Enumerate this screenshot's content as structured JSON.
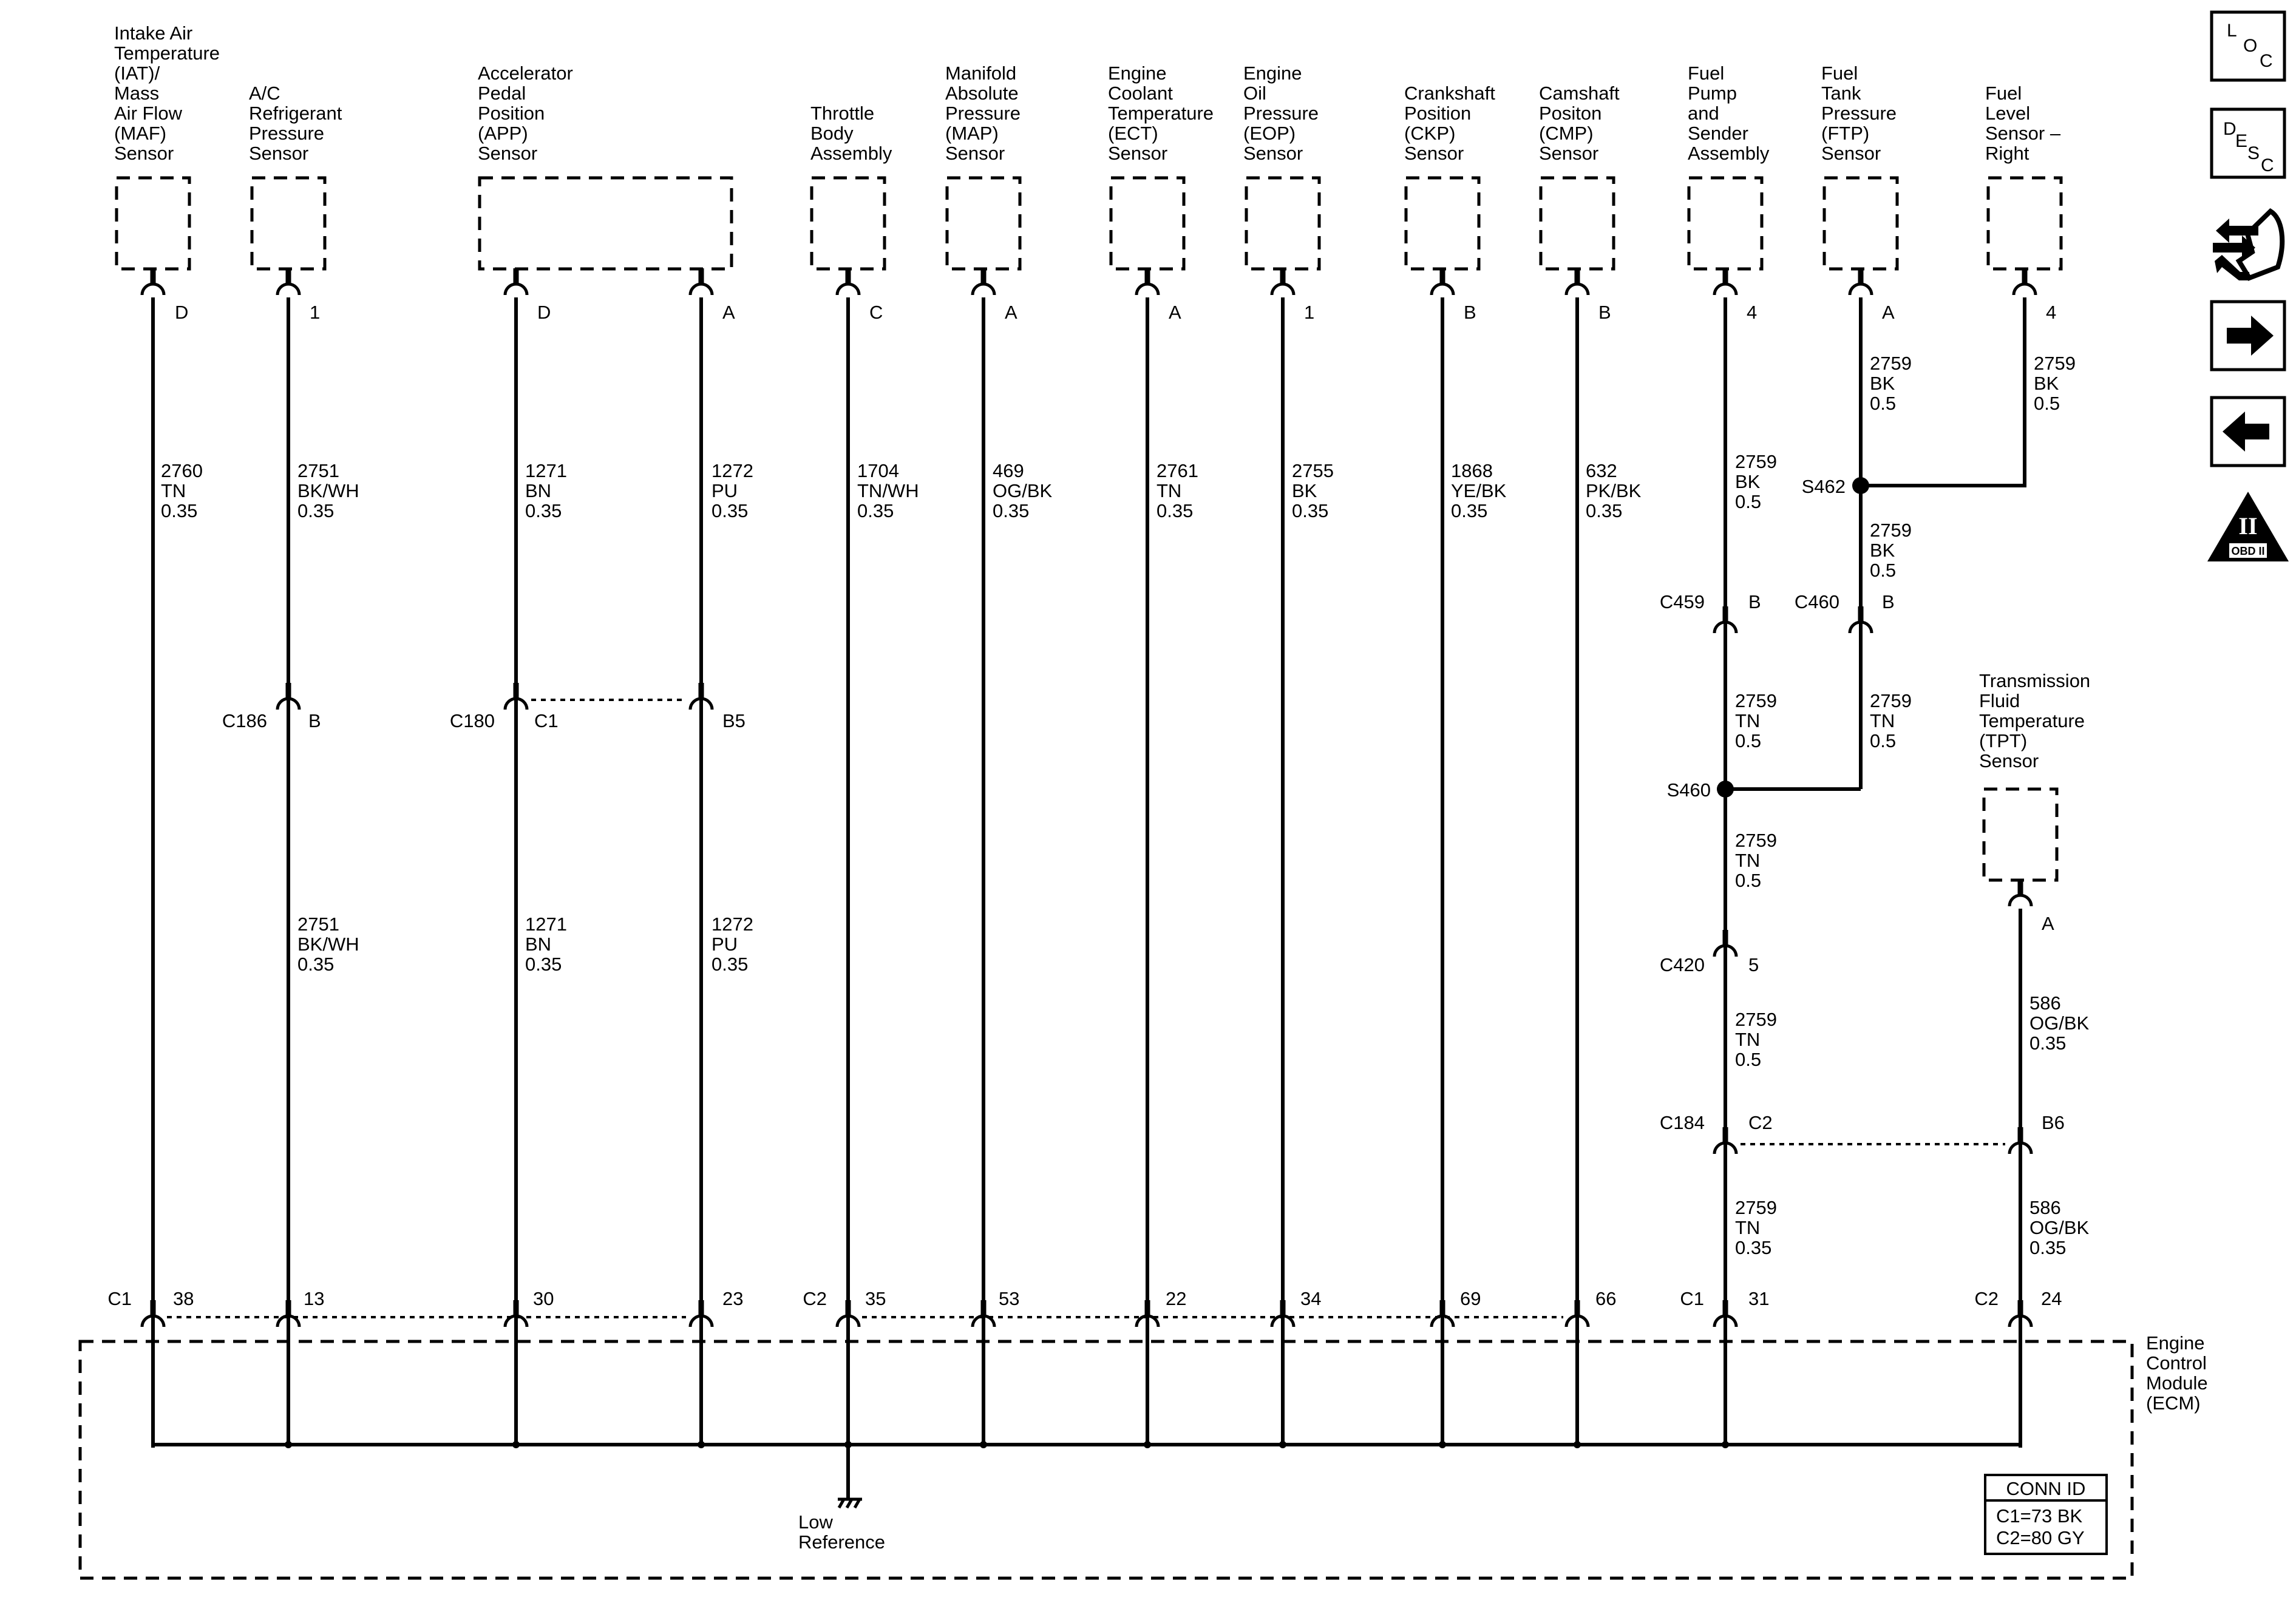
{
  "components": {
    "iat_maf": [
      "Intake Air",
      "Temperature",
      "(IAT)/",
      "Mass",
      "Air Flow",
      "(MAF)",
      "Sensor"
    ],
    "ac_pressure": [
      "A/C",
      "Refrigerant",
      "Pressure",
      "Sensor"
    ],
    "app": [
      "Accelerator",
      "Pedal",
      "Position",
      "(APP)",
      "Sensor"
    ],
    "throttle": [
      "Throttle",
      "Body",
      "Assembly"
    ],
    "map": [
      "Manifold",
      "Absolute",
      "Pressure",
      "(MAP)",
      "Sensor"
    ],
    "ect": [
      "Engine",
      "Coolant",
      "Temperature",
      "(ECT)",
      "Sensor"
    ],
    "eop": [
      "Engine",
      "Oil",
      "Pressure",
      "(EOP)",
      "Sensor"
    ],
    "ckp": [
      "Crankshaft",
      "Position",
      "(CKP)",
      "Sensor"
    ],
    "cmp": [
      "Camshaft",
      "Positon",
      "(CMP)",
      "Sensor"
    ],
    "fuel_pump": [
      "Fuel",
      "Pump",
      "and",
      "Sender",
      "Assembly"
    ],
    "ftp": [
      "Fuel",
      "Tank",
      "Pressure",
      "(FTP)",
      "Sensor"
    ],
    "fuel_level": [
      "Fuel",
      "Level",
      "Sensor –",
      "Right"
    ],
    "tft": [
      "Transmission",
      "Fluid",
      "Temperature",
      "(TPT)",
      "Sensor"
    ],
    "ecm": [
      "Engine",
      "Control",
      "Module",
      "(ECM)"
    ]
  },
  "pins": {
    "iat": "D",
    "ac": "1",
    "app_d": "D",
    "app_a": "A",
    "throttle": "C",
    "map": "A",
    "ect": "A",
    "eop": "1",
    "ckp": "B",
    "cmp": "B",
    "fuel_pump": "4",
    "ftp": "A",
    "fuel_level": "4",
    "tft": "A"
  },
  "wires": {
    "iat": [
      "2760",
      "TN",
      "0.35"
    ],
    "ac_upper": [
      "2751",
      "BK/WH",
      "0.35"
    ],
    "ac_lower": [
      "2751",
      "BK/WH",
      "0.35"
    ],
    "app_d_upper": [
      "1271",
      "BN",
      "0.35"
    ],
    "app_d_lower": [
      "1271",
      "BN",
      "0.35"
    ],
    "app_a_upper": [
      "1272",
      "PU",
      "0.35"
    ],
    "app_a_lower": [
      "1272",
      "PU",
      "0.35"
    ],
    "throttle": [
      "1704",
      "TN/WH",
      "0.35"
    ],
    "map": [
      "469",
      "OG/BK",
      "0.35"
    ],
    "ect": [
      "2761",
      "TN",
      "0.35"
    ],
    "eop": [
      "2755",
      "BK",
      "0.35"
    ],
    "ckp": [
      "1868",
      "YE/BK",
      "0.35"
    ],
    "cmp": [
      "632",
      "PK/BK",
      "0.35"
    ],
    "fp_1": [
      "2759",
      "BK",
      "0.5"
    ],
    "ftp_1": [
      "2759",
      "BK",
      "0.5"
    ],
    "fl_1": [
      "2759",
      "BK",
      "0.5"
    ],
    "ftp_2": [
      "2759",
      "BK",
      "0.5"
    ],
    "fp_2": [
      "2759",
      "TN",
      "0.5"
    ],
    "ftp_3": [
      "2759",
      "TN",
      "0.5"
    ],
    "fp_3": [
      "2759",
      "TN",
      "0.5"
    ],
    "fp_4": [
      "2759",
      "TN",
      "0.5"
    ],
    "fp_5": [
      "2759",
      "TN",
      "0.35"
    ],
    "tft_1": [
      "586",
      "OG/BK",
      "0.35"
    ],
    "tft_2": [
      "586",
      "OG/BK",
      "0.35"
    ]
  },
  "connectors": {
    "c186": {
      "id": "C186",
      "pin": "B"
    },
    "c180": {
      "id": "C180",
      "pin_1": "C1",
      "pin_2": "B5"
    },
    "c459": {
      "id": "C459",
      "pin": "B"
    },
    "c460": {
      "id": "C460",
      "pin": "B"
    },
    "c420": {
      "id": "C420",
      "pin": "5"
    },
    "c184": {
      "id": "C184",
      "pin_1": "C2",
      "pin_2": "B6"
    }
  },
  "splices": {
    "s462": "S462",
    "s460": "S460"
  },
  "ecm_pins": {
    "c1_label": "C1",
    "c2_label": "C2",
    "c1b_label": "C1",
    "c2b_label": "C2",
    "iat": "38",
    "ac": "13",
    "app_d": "30",
    "app_a": "23",
    "throttle": "35",
    "map": "53",
    "ect": "22",
    "eop": "34",
    "ckp": "69",
    "cmp": "66",
    "fuel": "31",
    "tft": "24"
  },
  "ground": [
    "Low",
    "Reference"
  ],
  "conn_id": {
    "title": "CONN ID",
    "c1": "C1=73 BK",
    "c2": "C2=80 GY"
  },
  "nav_icons": {
    "loc": {
      "l1": "L",
      "l2": "O",
      "l3": "C"
    },
    "desc": {
      "l1": "D",
      "l2": "E",
      "l3": "S",
      "l4": "C"
    },
    "obd": {
      "numeral": "II",
      "label": "OBD II"
    },
    "forward_icon": "arrow-right-icon",
    "back_icon": "arrow-left-icon",
    "connector_view_icon": "connector-wrench-icon"
  }
}
